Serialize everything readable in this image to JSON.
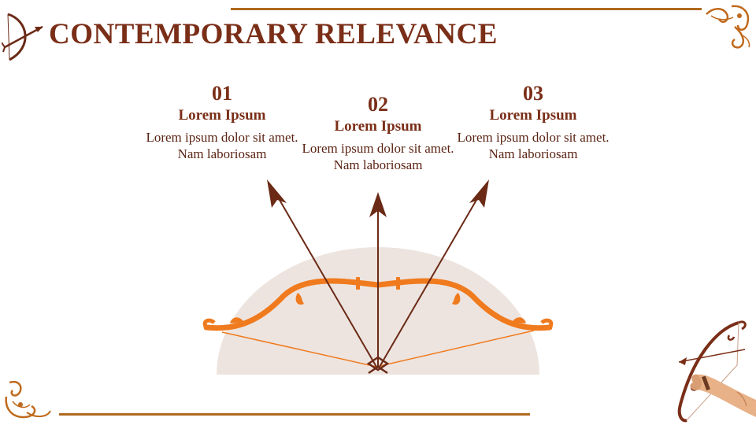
{
  "title": "CONTEMPORARY RELEVANCE",
  "points": [
    {
      "number": "01",
      "heading": "Lorem Ipsum",
      "body": "Lorem ipsum dolor sit amet. Nam laboriosam"
    },
    {
      "number": "02",
      "heading": "Lorem Ipsum",
      "body": "Lorem ipsum dolor sit amet. Nam laboriosam"
    },
    {
      "number": "03",
      "heading": "Lorem Ipsum",
      "body": "Lorem ipsum dolor sit amet. Nam laboriosam"
    }
  ],
  "colors": {
    "title": "#7a2e17",
    "rule": "#b06a1f",
    "bow": "#f07a1e",
    "arrow": "#6b2a16",
    "semicircle": "#ede4df"
  },
  "icons": {
    "title_icon": "bow-and-arrow-icon",
    "top_right_ornament": "floral-corner-ornament",
    "bottom_left_ornament": "floral-corner-ornament",
    "bottom_right_art": "archer-arm-with-bow"
  }
}
